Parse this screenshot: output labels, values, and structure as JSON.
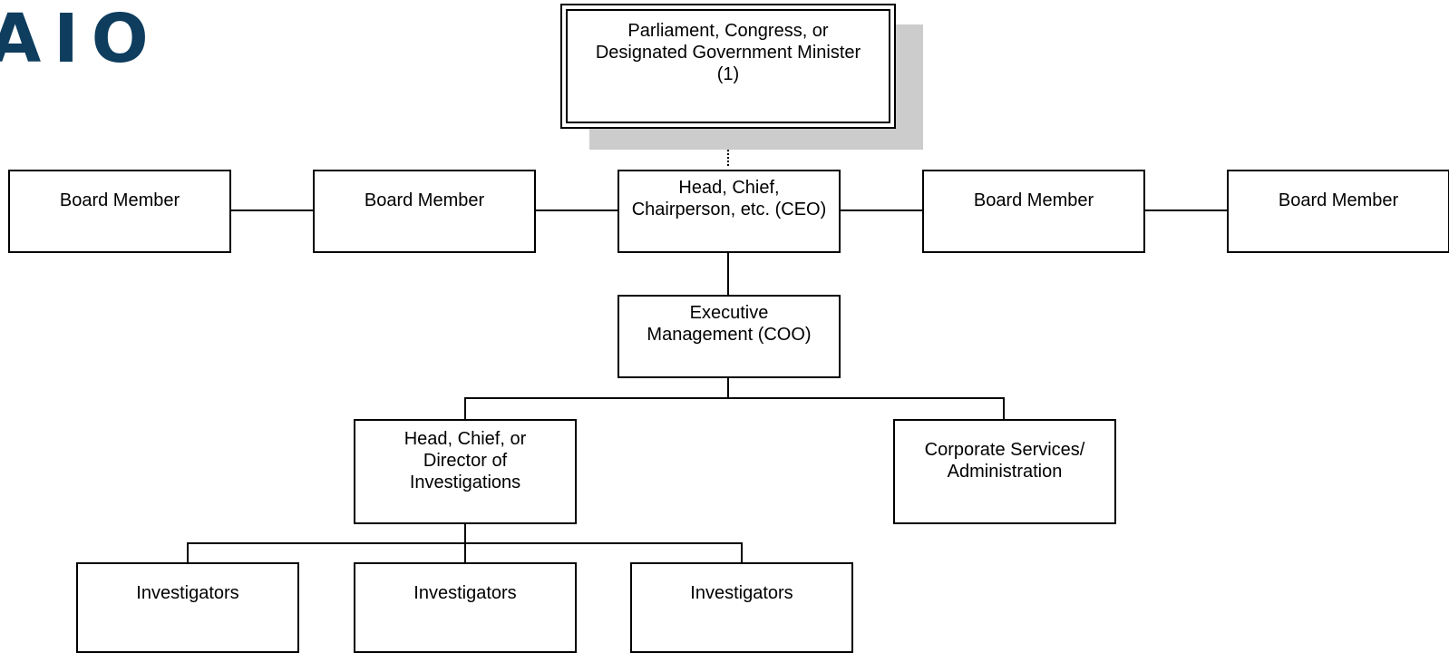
{
  "logo": {
    "text": "AIO"
  },
  "colors": {
    "logo": "#0e3d5e",
    "shadow": "#cccccc",
    "line": "#000000"
  },
  "nodes": {
    "parliament": "Parliament, Congress, or Designated Government Minister (1)",
    "ceo": "Head, Chief, Chairperson, etc. (CEO)",
    "board_1": "Board Member",
    "board_2": "Board Member",
    "board_3": "Board Member",
    "board_4": "Board Member",
    "coo": "Executive Management (COO)",
    "investigations_head": "Head, Chief, or Director of Investigations",
    "corporate": "Corporate Services/ Administration",
    "investigators_1": "Investigators",
    "investigators_2": "Investigators",
    "investigators_3": "Investigators"
  }
}
